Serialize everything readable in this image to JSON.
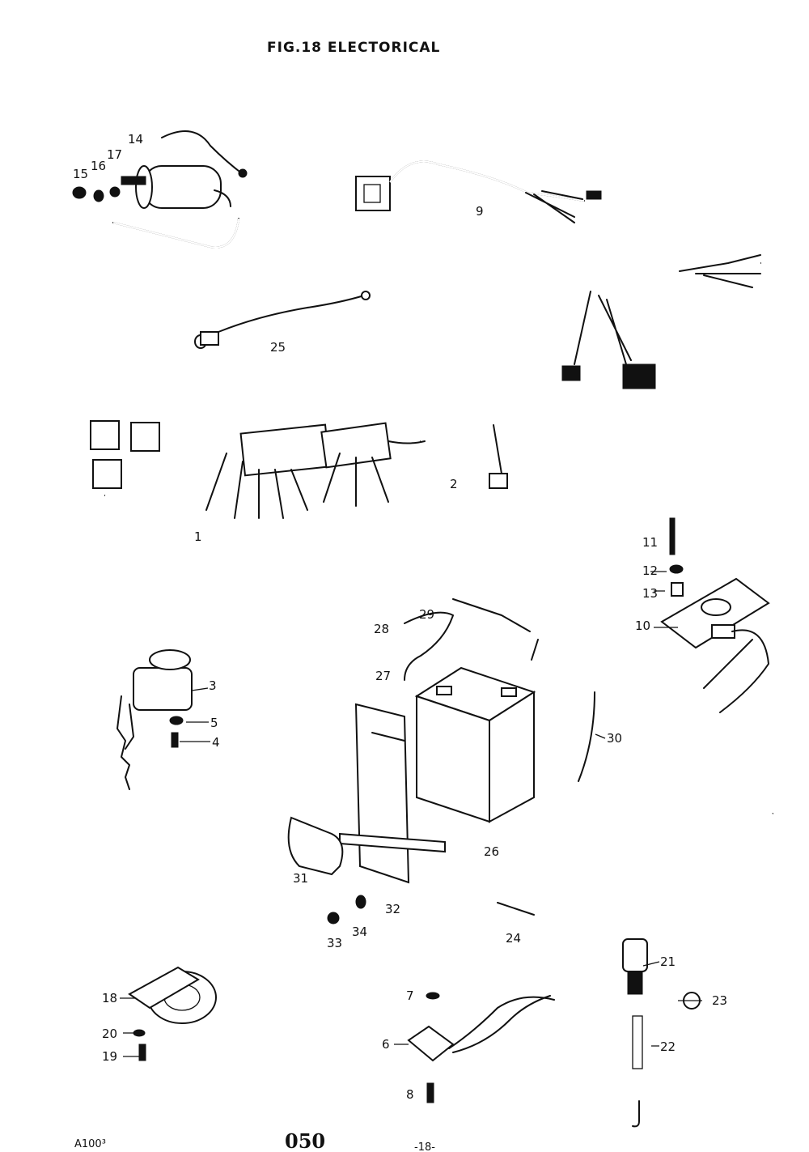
{
  "title": "FIG.18  ELECTORICAL",
  "footer": {
    "left": "A100³",
    "center": "050",
    "page": "-18-"
  },
  "callouts": {
    "p1": "1",
    "p2": "2",
    "p3": "3",
    "p4": "4",
    "p5": "5",
    "p6": "6",
    "p7": "7",
    "p8": "8",
    "p9": "9",
    "p10": "10",
    "p11": "11",
    "p12": "12",
    "p13": "13",
    "p14": "14",
    "p15": "15",
    "p16": "16",
    "p17": "17",
    "p18": "18",
    "p19": "19",
    "p20": "20",
    "p21": "21",
    "p22": "22",
    "p23": "23",
    "p24": "24",
    "p25": "25",
    "p26": "26",
    "p27": "27",
    "p28": "28",
    "p29": "29",
    "p30": "30",
    "p31": "31",
    "p32": "32",
    "p33": "33",
    "p34": "34"
  }
}
